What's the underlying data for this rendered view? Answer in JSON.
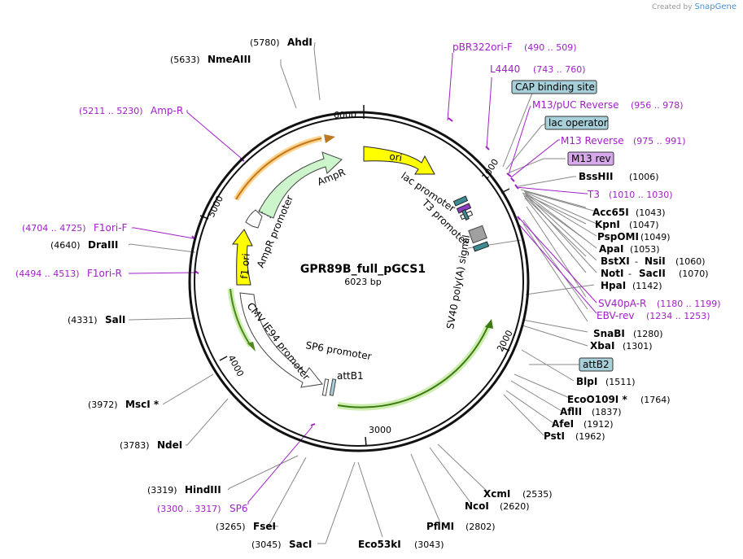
{
  "credit": {
    "prefix": "Created by",
    "brand": "SnapGene"
  },
  "plasmid": {
    "name": "GPR89B_full_pGCS1",
    "length": "6023 bp",
    "total_bp": 6023
  },
  "ticks": [
    "1000",
    "2000",
    "3000",
    "4000",
    "5000",
    "6000"
  ],
  "features": [
    {
      "label": "ori"
    },
    {
      "label": "AmpR"
    },
    {
      "label": "AmpR promoter"
    },
    {
      "label": "f1 ori"
    },
    {
      "label": "CMV IE94 promoter"
    },
    {
      "label": "SP6 promoter"
    },
    {
      "label": "attB1"
    },
    {
      "label": "lac promoter"
    },
    {
      "label": "T3 promoter"
    },
    {
      "label": "SV40 poly(A) signal"
    }
  ],
  "enzymes": [
    {
      "name": "AhdI",
      "pos": "(5780)"
    },
    {
      "name": "NmeAIII",
      "pos": "(5633)"
    },
    {
      "name": "DraIII",
      "pos": "(4640)"
    },
    {
      "name": "SalI",
      "pos": "(4331)"
    },
    {
      "name": "MscI *",
      "pos": "(3972)"
    },
    {
      "name": "NdeI",
      "pos": "(3783)"
    },
    {
      "name": "HindIII",
      "pos": "(3319)"
    },
    {
      "name": "FseI",
      "pos": "(3265)"
    },
    {
      "name": "SacI",
      "pos": "(3045)"
    },
    {
      "name": "Eco53kI",
      "pos": "(3043)"
    },
    {
      "name": "PflMI",
      "pos": "(2802)"
    },
    {
      "name": "NcoI",
      "pos": "(2620)"
    },
    {
      "name": "XcmI",
      "pos": "(2535)"
    },
    {
      "name": "PstI",
      "pos": "(1962)"
    },
    {
      "name": "AfeI",
      "pos": "(1912)"
    },
    {
      "name": "AflII",
      "pos": "(1837)"
    },
    {
      "name": "EcoO109I *",
      "pos": "(1764)"
    },
    {
      "name": "BlpI",
      "pos": "(1511)"
    },
    {
      "name": "XbaI",
      "pos": "(1301)"
    },
    {
      "name": "SnaBI",
      "pos": "(1280)"
    },
    {
      "name": "HpaI",
      "pos": "(1142)"
    },
    {
      "name": "NotI",
      "name2": "SacII",
      "pos": "(1070)"
    },
    {
      "name": "BstXI",
      "name2": "NsiI",
      "pos": "(1060)"
    },
    {
      "name": "ApaI",
      "pos": "(1053)"
    },
    {
      "name": "PspOMI",
      "pos": "(1049)"
    },
    {
      "name": "KpnI",
      "pos": "(1047)"
    },
    {
      "name": "Acc65I",
      "pos": "(1043)"
    },
    {
      "name": "BssHII",
      "pos": "(1006)"
    }
  ],
  "primers": [
    {
      "name": "pBR322ori-F",
      "pos": "(490 .. 509)"
    },
    {
      "name": "L4440",
      "pos": "(743 .. 760)"
    },
    {
      "name": "M13/pUC Reverse",
      "pos": "(956 .. 978)"
    },
    {
      "name": "M13 Reverse",
      "pos": "(975 .. 991)"
    },
    {
      "name": "T3",
      "pos": "(1010 .. 1030)"
    },
    {
      "name": "SV40pA-R",
      "pos": "(1180 .. 1199)"
    },
    {
      "name": "EBV-rev",
      "pos": "(1234 .. 1253)"
    },
    {
      "name": "Amp-R",
      "pos": "(5211 .. 5230)"
    },
    {
      "name": "F1ori-F",
      "pos": "(4704 .. 4725)"
    },
    {
      "name": "F1ori-R",
      "pos": "(4494 .. 4513)"
    },
    {
      "name": "SP6",
      "pos": "(3300 .. 3317)"
    }
  ],
  "boxed": [
    {
      "label": "CAP binding site",
      "color": "#a8d0da"
    },
    {
      "label": "lac operator",
      "color": "#a8d0da"
    },
    {
      "label": "M13 rev",
      "color": "#d8a8ec"
    },
    {
      "label": "attB2",
      "color": "#a8d0da"
    }
  ],
  "colors": {
    "ori": "#ffff00",
    "ampr": "#ccf5cc",
    "promoter": "#ffffff",
    "orange": "#ffb74d",
    "green": "#8fd14f",
    "primer": "#a020c8",
    "teal": "#3d8c94",
    "purple": "#8a3fc0",
    "gray": "#a0a0a0"
  }
}
